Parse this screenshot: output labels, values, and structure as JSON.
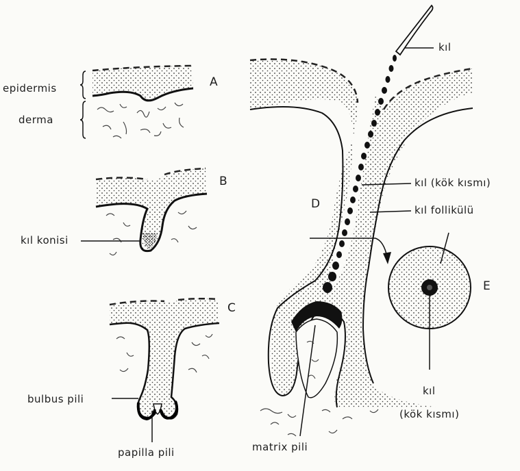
{
  "panels": {
    "a": {
      "letter": "A",
      "labels": {
        "epidermis": "epidermis",
        "derma": "derma"
      }
    },
    "b": {
      "letter": "B",
      "labels": {
        "cone": "kıl konisi"
      }
    },
    "c": {
      "letter": "C",
      "labels": {
        "bulb": "bulbus pili",
        "papilla": "papilla pili"
      }
    },
    "d": {
      "letter": "D",
      "labels": {
        "hair": "kıl",
        "root": "kıl (kök kısmı)",
        "follicle": "kıl follikülü",
        "matrix": "matrix pili"
      }
    },
    "e": {
      "letter": "E",
      "labels": {
        "hair": "kıl",
        "root": "(kök kısmı)"
      }
    }
  },
  "colors": {
    "ink": "#1d1d1d",
    "paper": "#fbfbf8"
  }
}
